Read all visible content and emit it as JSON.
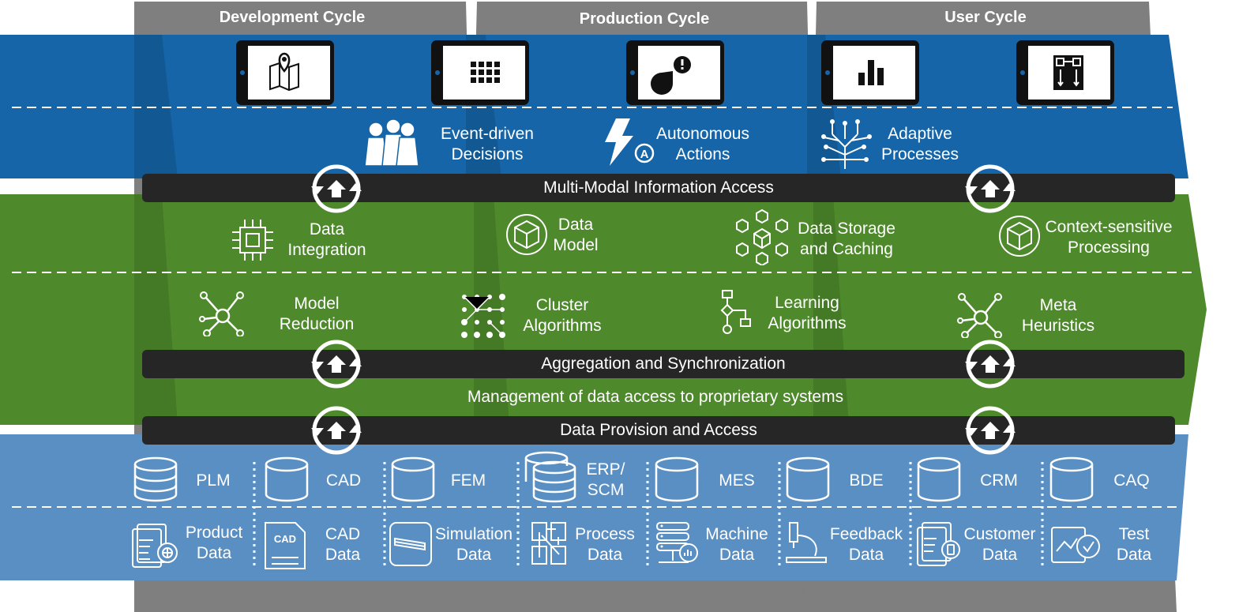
{
  "cycles": [
    "Development Cycle",
    "Production Cycle",
    "User Cycle"
  ],
  "layer_top": {
    "items": [
      {
        "label": "Event-driven\nDecisions",
        "icon": "chess-pawns-icon"
      },
      {
        "label": "Autonomous\nActions",
        "icon": "lightning-autonomous-icon"
      },
      {
        "label": "Adaptive\nProcesses",
        "icon": "circuit-tree-icon"
      }
    ],
    "tablet_icons": [
      "map-pin-icon",
      "grid-icon",
      "pie-alert-icon",
      "bar-chart-icon",
      "flow-icon"
    ]
  },
  "bars": {
    "multimodal": "Multi-Modal Information Access",
    "aggregation": "Aggregation and Synchronization",
    "provision": "Data Provision and Access"
  },
  "layer_middle": {
    "row1": [
      {
        "label": "Data\nIntegration",
        "icon": "chip-icon"
      },
      {
        "label": "Data\nModel",
        "icon": "cube-icon"
      },
      {
        "label": "Data Storage\nand Caching",
        "icon": "cube-network-icon"
      },
      {
        "label": "Context-sensitive\nProcessing",
        "icon": "cube-circle-icon"
      }
    ],
    "row2": [
      {
        "label": "Model\nReduction",
        "icon": "network-node-icon"
      },
      {
        "label": "Cluster\nAlgorithms",
        "icon": "dot-grid-icon"
      },
      {
        "label": "Learning\nAlgorithms",
        "icon": "flowchart-icon"
      },
      {
        "label": "Meta\nHeuristics",
        "icon": "network-node-icon"
      }
    ],
    "management": "Management of data access to proprietary systems"
  },
  "layer_bottom": {
    "databases": [
      "PLM",
      "CAD",
      "FEM",
      "ERP/\nSCM",
      "MES",
      "BDE",
      "CRM",
      "CAQ"
    ],
    "data_types": [
      {
        "label": "Product\nData",
        "icon": "product-data-icon"
      },
      {
        "label": "CAD\nData",
        "icon": "cad-document-icon"
      },
      {
        "label": "Simulation\nData",
        "icon": "simulation-icon"
      },
      {
        "label": "Process\nData",
        "icon": "process-icon"
      },
      {
        "label": "Machine\nData",
        "icon": "server-icon"
      },
      {
        "label": "Feedback\nData",
        "icon": "microscope-icon"
      },
      {
        "label": "Customer\nData",
        "icon": "customer-icon"
      },
      {
        "label": "Test\nData",
        "icon": "test-icon"
      }
    ],
    "cad_badge": "CAD"
  },
  "colors": {
    "gray": "#7f7f7f",
    "blue_dark": "#1565a8",
    "green": "#4e8a2b",
    "blue_light": "#5a8fc4",
    "bar": "#262626"
  }
}
